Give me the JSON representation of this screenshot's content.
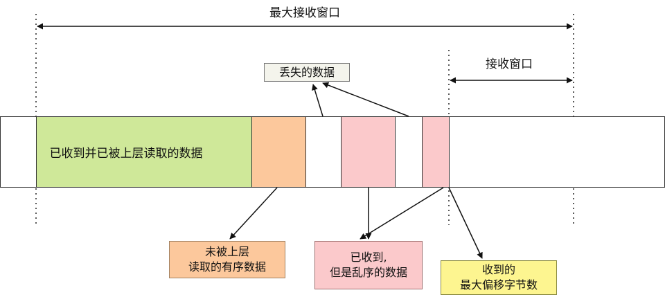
{
  "diagram": {
    "max_window_label": "最大接收窗口",
    "recv_window_label": "接收窗口",
    "lost_data_label": "丢失的数据",
    "received_read_label": "已收到并已被上层读取的数据",
    "ordered_box": {
      "line1": "未被上层",
      "line2": "读取的有序数据"
    },
    "out_of_order_box": {
      "line1": "已收到,",
      "line2": "但是乱序的数据"
    },
    "max_offset_box": {
      "line1": "收到的",
      "line2": "最大偏移字节数"
    },
    "colors": {
      "green": "#cfe899",
      "orange": "#fcc89c",
      "pink": "#fbc9cb",
      "yellow": "#fdf590",
      "lost_box_bg": "#f4f4ec"
    }
  }
}
